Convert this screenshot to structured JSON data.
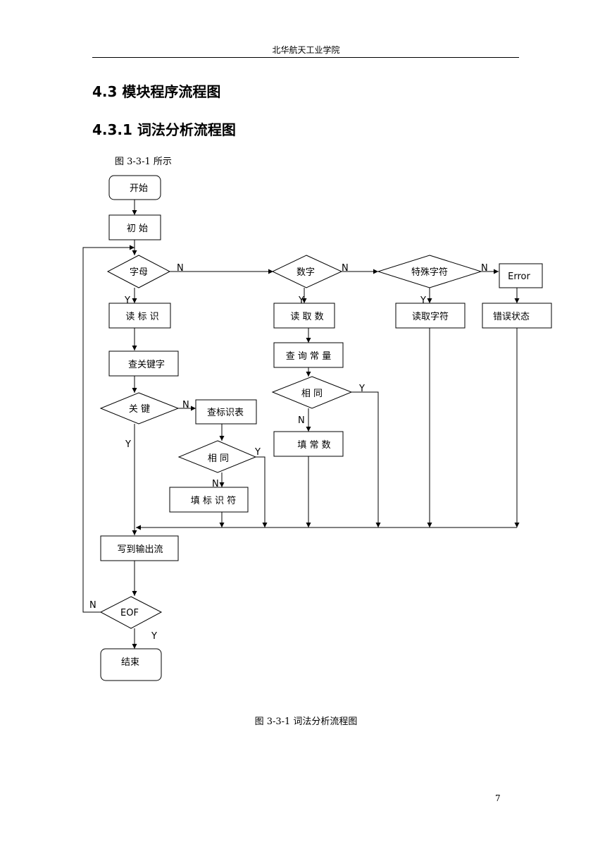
{
  "header": {
    "institution": "北华航天工业学院"
  },
  "section": {
    "title": "4.3  模块程序流程图"
  },
  "subsection": {
    "title": "4.3.1  词法分析流程图"
  },
  "intro_text": "图 3-3-1 所示",
  "flowchart": {
    "start": "开始",
    "init": "初  始",
    "letter": "字母",
    "digit": "数字",
    "special": "特殊字符",
    "error": "Error",
    "read_ident": "读 标 识",
    "read_num": "读 取 数",
    "read_char": "读取字符",
    "error_state": "错误状态",
    "lookup_keyword": "查关键字",
    "lookup_const": "查 询 常 量",
    "keyword": "关   键",
    "lookup_ident_table": "查标识表",
    "same_const": "相   同",
    "fill_const": "填 常 数",
    "same_ident": "相   同",
    "fill_ident": "填 标 识 符",
    "write_output": "写到输出流",
    "eof": "EOF",
    "end": "结束",
    "yes": "Y",
    "no": "N"
  },
  "caption": "图 3-3-1  词法分析流程图",
  "page_number": "7"
}
